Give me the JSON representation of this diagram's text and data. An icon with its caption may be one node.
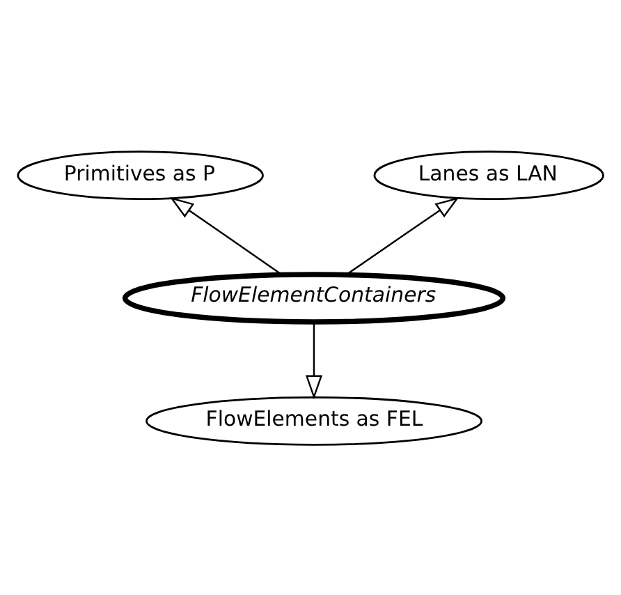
{
  "diagram": {
    "nodes": [
      {
        "text": [
          "Primitives as P"
        ]
      },
      {
        "text": [
          "Lanes as LAN"
        ]
      },
      {
        "text": [
          "FlowElementContainers"
        ]
      },
      {
        "text": [
          "FlowElements as FEL"
        ]
      }
    ],
    "edges": [
      {
        "from": 2,
        "to": 0,
        "arrow": "to"
      },
      {
        "from": 2,
        "to": 1,
        "arrow": "to"
      },
      {
        "from": 2,
        "to": 3,
        "arrow": "to"
      }
    ]
  }
}
